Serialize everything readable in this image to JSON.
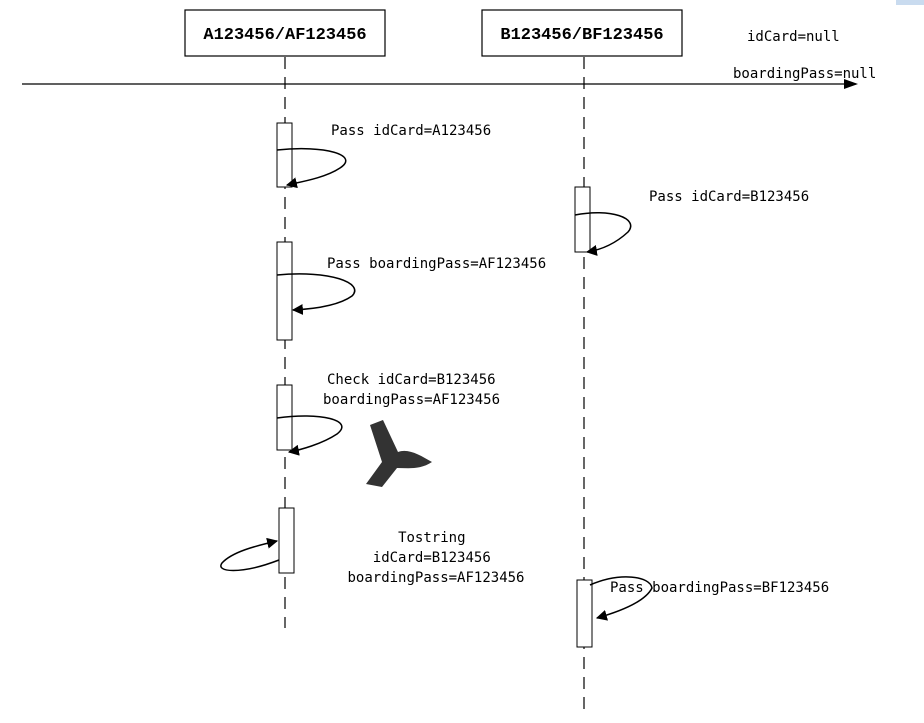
{
  "participants": [
    {
      "label": "A123456/AF123456"
    },
    {
      "label": "B123456/BF123456"
    }
  ],
  "state_notes": {
    "idcard": "idCard=null",
    "boardingpass": "boardingPass=null"
  },
  "messages": [
    {
      "lines": [
        "Pass idCard=A123456"
      ]
    },
    {
      "lines": [
        "Pass idCard=B123456"
      ]
    },
    {
      "lines": [
        "Pass boardingPass=AF123456"
      ]
    },
    {
      "lines": [
        "Check idCard=B123456",
        "boardingPass=AF123456"
      ]
    },
    {
      "lines": [
        "Tostring",
        "idCard=B123456",
        "boardingPass=AF123456"
      ]
    },
    {
      "lines": [
        "Pass boardingPass=BF123456"
      ]
    }
  ],
  "colors": {
    "line": "#000000",
    "cross_mark": "#333333"
  }
}
